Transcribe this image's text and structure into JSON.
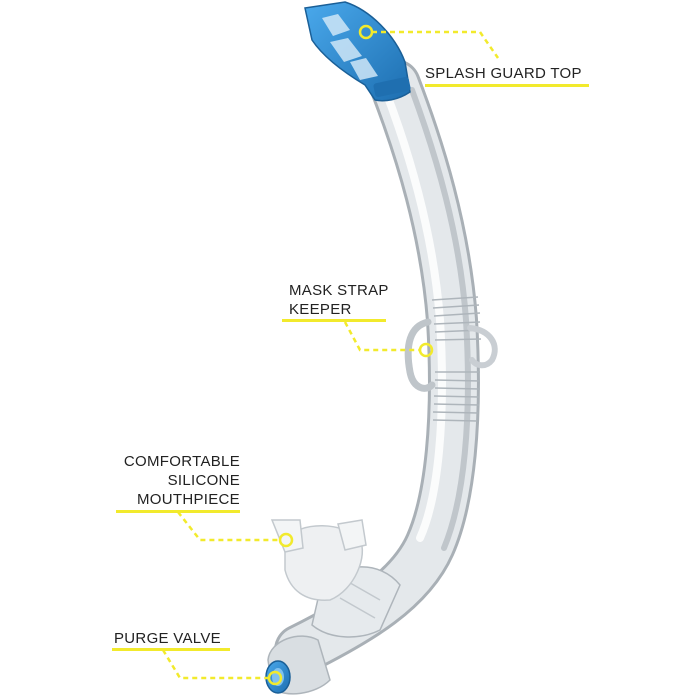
{
  "palette": {
    "accent": "#f2ea2c",
    "tube": "#cfd4d9",
    "tube_edge": "#a9b0b6",
    "blue": "#2f8fd6",
    "blue_dark": "#1f6fb0"
  },
  "callouts": {
    "splash_guard": {
      "line1": "SPLASH GUARD TOP"
    },
    "strap_keeper": {
      "line1": "MASK STRAP",
      "line2": "KEEPER"
    },
    "mouthpiece": {
      "line1": "COMFORTABLE",
      "line2": "SILICONE",
      "line3": "MOUTHPIECE"
    },
    "purge_valve": {
      "line1": "PURGE VALVE"
    }
  }
}
